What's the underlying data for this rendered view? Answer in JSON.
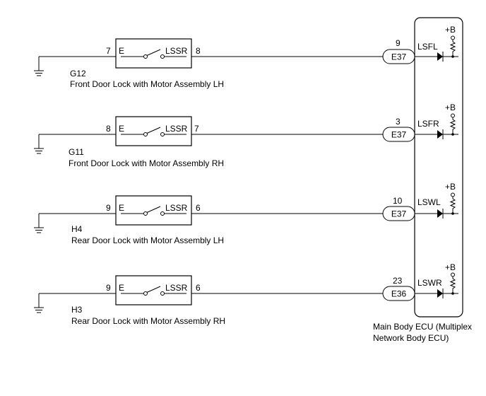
{
  "ecu": {
    "name_line1": "Main Body ECU (Multiplex",
    "name_line2": "Network Body ECU)",
    "supply_label": "+B"
  },
  "circuits": [
    {
      "connector": "G12",
      "name": "Front Door Lock with Motor Assembly LH",
      "left_pin": "7",
      "right_pin": "8",
      "left_label": "E",
      "right_label": "LSSR",
      "ecu_pin": "9",
      "ecu_connector": "E37",
      "ecu_terminal": "LSFL"
    },
    {
      "connector": "G11",
      "name": "Front Door Lock with Motor Assembly RH",
      "left_pin": "8",
      "right_pin": "7",
      "left_label": "E",
      "right_label": "LSSR",
      "ecu_pin": "3",
      "ecu_connector": "E37",
      "ecu_terminal": "LSFR"
    },
    {
      "connector": "H4",
      "name": "Rear Door Lock with Motor Assembly LH",
      "left_pin": "9",
      "right_pin": "6",
      "left_label": "E",
      "right_label": "LSSR",
      "ecu_pin": "10",
      "ecu_connector": "E37",
      "ecu_terminal": "LSWL"
    },
    {
      "connector": "H3",
      "name": "Rear Door Lock with Motor Assembly RH",
      "left_pin": "9",
      "right_pin": "6",
      "left_label": "E",
      "right_label": "LSSR",
      "ecu_pin": "23",
      "ecu_connector": "E36",
      "ecu_terminal": "LSWR"
    }
  ]
}
